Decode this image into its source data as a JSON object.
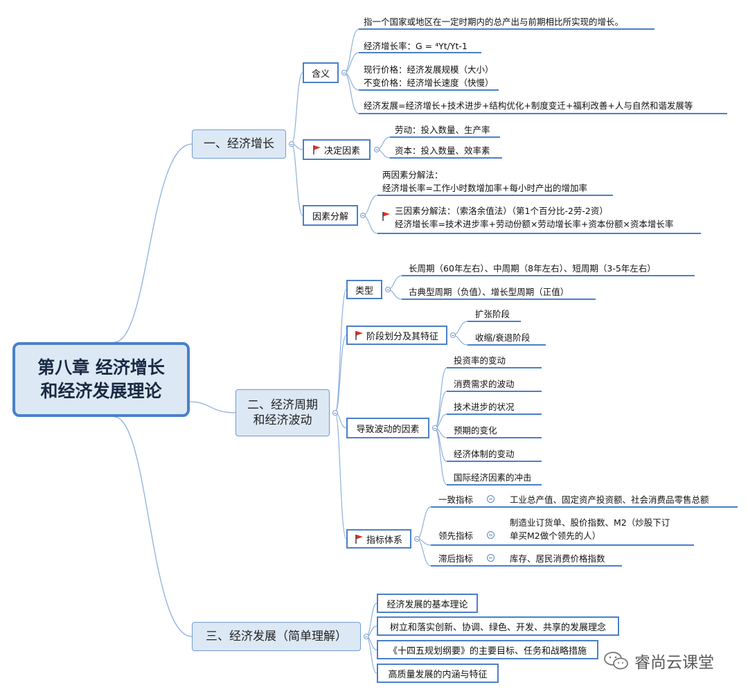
{
  "root": {
    "line1": "第八章 经济增长",
    "line2": "和经济发展理论"
  },
  "s1": {
    "title": "一、经济增长",
    "meaning": {
      "label": "含义",
      "items": [
        "指一个国家或地区在一定时期内的总产出与前期相比所实现的增长。",
        "经济增长率：G = ⁴Yt/Yt-1",
        "现行价格：经济发展规模（大小）",
        "不变价格：经济增长速度（快慢）",
        "经济发展=经济增长+技术进步+结构优化+制度变迁+福利改善+人与自然和谐发展等"
      ]
    },
    "factors": {
      "label": "决定因素",
      "items": [
        "劳动：投入数量、生产率",
        "资本：投入数量、效率素"
      ]
    },
    "decomp": {
      "label": "因素分解",
      "items": [
        "两因素分解法：",
        "经济增长率=工作小时数增加率+每小时产出的增加率",
        "三因素分解法：（索洛余值法）（第1个百分比-2劳-2资）",
        "经济增长率=技术进步率+劳动份额×劳动增长率+资本份额×资本增长率"
      ]
    }
  },
  "s2": {
    "title_line1": "二、经济周期",
    "title_line2": "和经济波动",
    "types": {
      "label": "类型",
      "items": [
        "长周期（60年左右）、中周期（8年左右）、短周期（3-5年左右）",
        "古典型周期（负值）、增长型周期（正值）"
      ]
    },
    "stages": {
      "label": "阶段划分及其特征",
      "items": [
        "扩张阶段",
        "收缩/衰退阶段"
      ]
    },
    "causes": {
      "label": "导致波动的因素",
      "items": [
        "投资率的变动",
        "消费需求的波动",
        "技术进步的状况",
        "预期的变化",
        "经济体制的变动",
        "国际经济因素的冲击"
      ]
    },
    "indicators": {
      "label": "指标体系",
      "rows": [
        {
          "name": "一致指标",
          "value": "工业总产值、固定资产投资额、社会消费品零售总额"
        },
        {
          "name": "领先指标",
          "value": "制造业订货单、股价指数、M2（炒股下订",
          "value2": "单买M2做个领先的人）"
        },
        {
          "name": "滞后指标",
          "value": "库存、居民消费价格指数"
        }
      ]
    }
  },
  "s3": {
    "title": "三、经济发展（简单理解）",
    "items": [
      "经济发展的基本理论",
      "树立和落实创新、协调、绿色、开发、共享的发展理念",
      "《十四五规划纲要》的主要目标、任务和战略措施",
      "高质量发展的内涵与特征"
    ]
  },
  "watermark": "睿尚云课堂",
  "colors": {
    "edge": "#8eb0de",
    "underline": "#4a80c9",
    "flag": "#e0302a",
    "root_fill": "#dde8f5"
  }
}
